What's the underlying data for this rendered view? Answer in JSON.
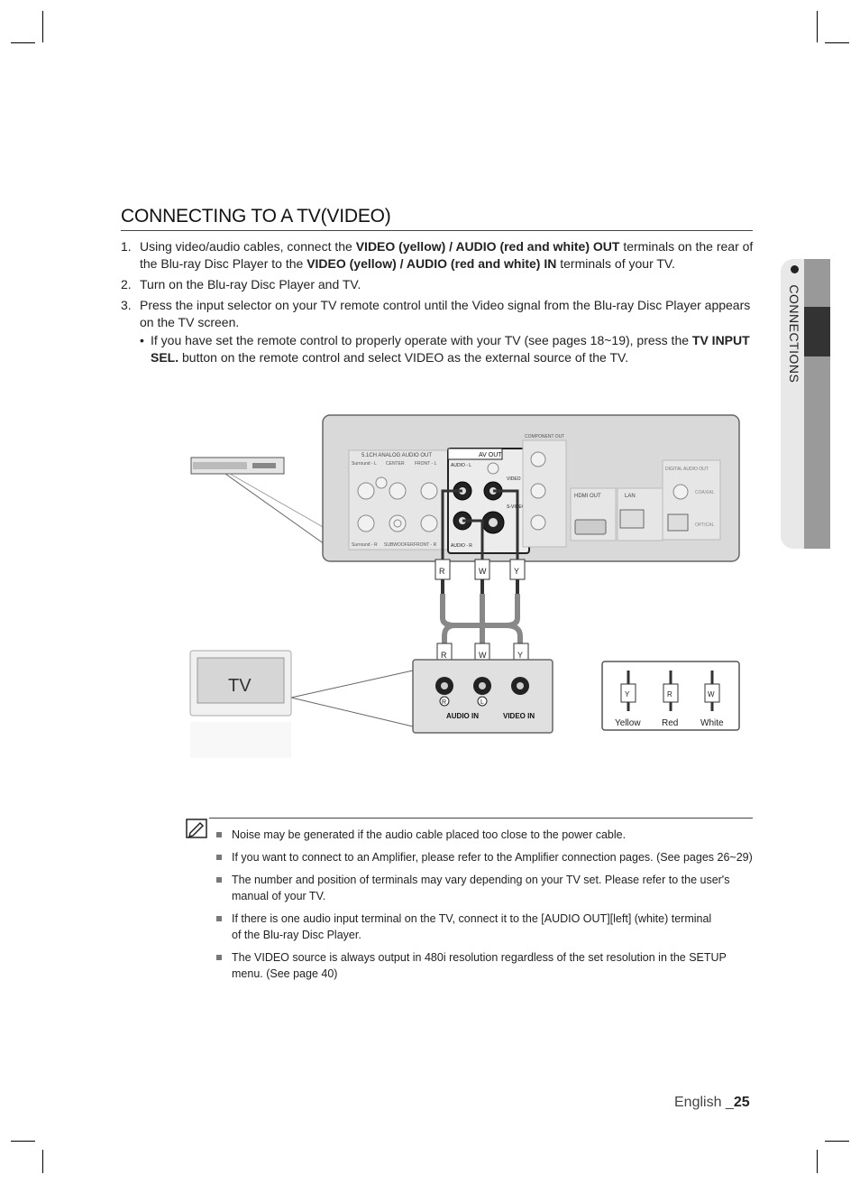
{
  "title": "CONNECTING TO A TV(VIDEO)",
  "steps": [
    {
      "num": "1.",
      "parts": [
        "Using video/audio cables, connect the ",
        "VIDEO (yellow) / AUDIO (red and white) OUT",
        " terminals on the rear of the Blu-ray Disc Player to the ",
        "VIDEO (yellow) / AUDIO (red and white) IN",
        " terminals of your TV."
      ]
    },
    {
      "num": "2.",
      "text": "Turn on the Blu-ray Disc Player and TV."
    },
    {
      "num": "3.",
      "text": "Press the input selector on your TV remote control until the Video signal from the Blu-ray Disc Player appears on the TV screen.",
      "sub": {
        "bullet": "•",
        "parts": [
          "If you have set the remote control to properly operate with your TV (see pages 18~19), press the ",
          "TV INPUT SEL.",
          " button on the remote control and select VIDEO as the external source of the TV."
        ]
      }
    }
  ],
  "side_tab": "CONNECTIONS",
  "diagram": {
    "analog_label": "5.1CH ANALOG AUDIO OUT",
    "surround_l": "Surround - L",
    "center": "CENTER",
    "front_l": "FRONT - L",
    "surround_r": "Surround - R",
    "subwoofer": "SUBWOOFER",
    "front_r": "FRONT - R",
    "av_out": "AV OUT",
    "audio_l": "AUDIO - L",
    "audio_r": "AUDIO - R",
    "video": "VIDEO",
    "s_video": "S-VIDEO",
    "component_out": "COMPONENT OUT",
    "hdmi_out": "HDMI OUT",
    "lan": "LAN",
    "digital_audio_out": "DIGITAL AUDIO OUT",
    "coaxial": "COAXIAL",
    "optical": "OPTICAL",
    "plug_r": "R",
    "plug_w": "W",
    "plug_y": "Y",
    "tv_label": "TV",
    "audio_in": "AUDIO IN",
    "video_in": "VIDEO IN",
    "jack_r": "R",
    "jack_l": "L",
    "legend_yellow": "Yellow",
    "legend_red": "Red",
    "legend_white": "White"
  },
  "notes": [
    "Noise may be generated if the audio cable placed too close to the power cable.",
    "If you want to connect to an Amplifier, please refer to the Amplifier connection pages. (See pages 26~29)",
    "The number and position of terminals may vary depending on your TV set. Please refer to the user's manual of your TV.",
    "If there is one audio input terminal on the TV, connect it to the [AUDIO OUT][left] (white) terminal of the Blu-ray Disc Player.",
    "The VIDEO source is always output in 480i resolution regardless of the set resolution in the SETUP menu. (See page 40)"
  ],
  "footer": {
    "lang": "English _",
    "page": "25"
  }
}
